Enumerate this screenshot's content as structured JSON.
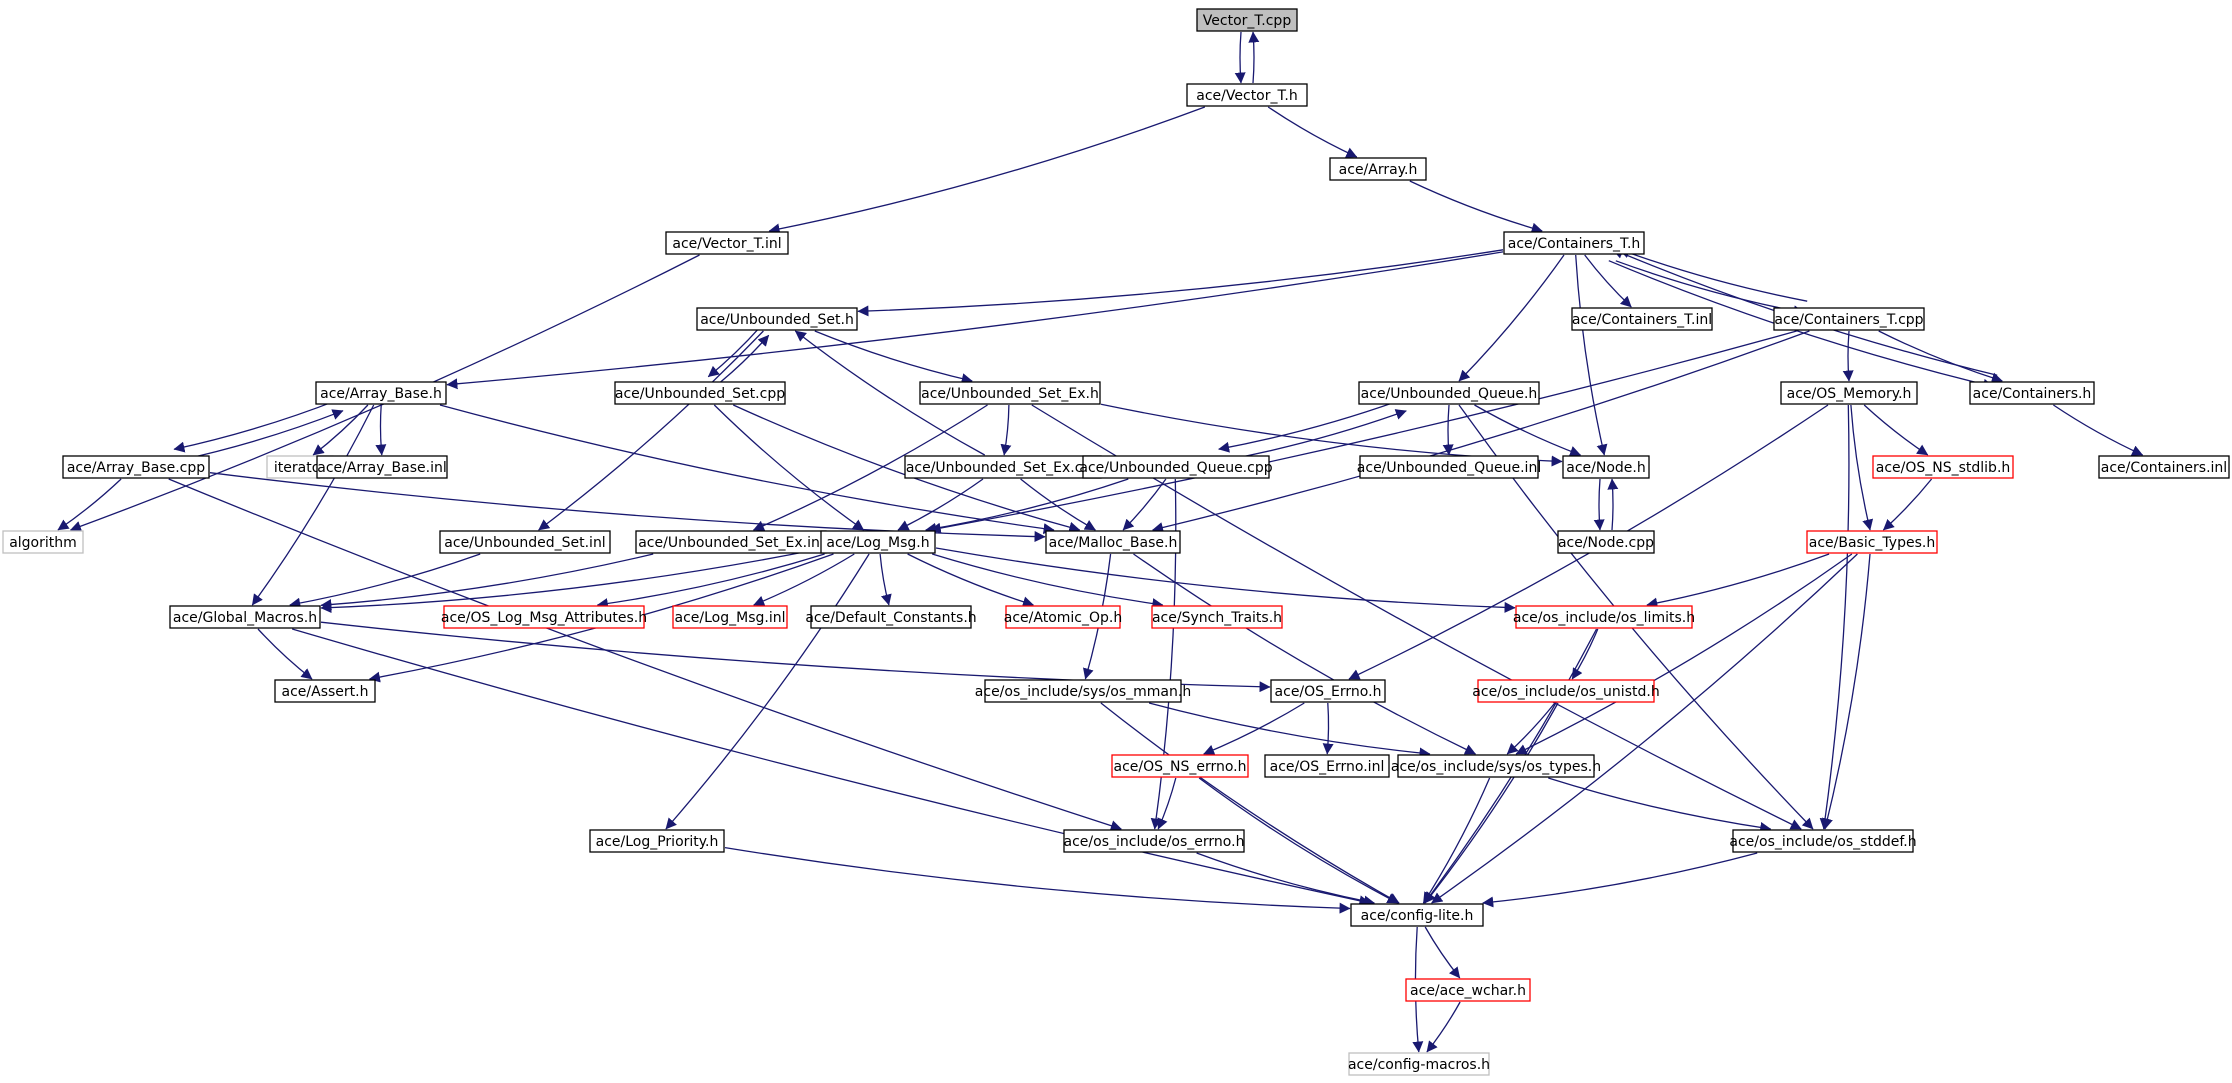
{
  "colors": {
    "edge": "#191970",
    "normal_border": "#000000",
    "missing_border": "#ff0000",
    "external_border": "#bfbfbf",
    "root_fill": "#bfbfbf",
    "normal_fill": "#ffffff",
    "text": "#000000"
  },
  "nodes": [
    {
      "id": "vector_t_cpp",
      "label": "Vector_T.cpp",
      "style": "root"
    },
    {
      "id": "vector_t_h",
      "label": "ace/Vector_T.h",
      "style": "normal"
    },
    {
      "id": "array_h",
      "label": "ace/Array.h",
      "style": "normal"
    },
    {
      "id": "vector_t_inl",
      "label": "ace/Vector_T.inl",
      "style": "normal"
    },
    {
      "id": "containers_t_h",
      "label": "ace/Containers_T.h",
      "style": "normal"
    },
    {
      "id": "unbounded_set_h",
      "label": "ace/Unbounded_Set.h",
      "style": "normal"
    },
    {
      "id": "containers_t_inl",
      "label": "ace/Containers_T.inl",
      "style": "normal"
    },
    {
      "id": "containers_t_cpp",
      "label": "ace/Containers_T.cpp",
      "style": "normal"
    },
    {
      "id": "array_base_h",
      "label": "ace/Array_Base.h",
      "style": "normal"
    },
    {
      "id": "unbounded_set_cpp",
      "label": "ace/Unbounded_Set.cpp",
      "style": "normal"
    },
    {
      "id": "unbounded_set_ex_h",
      "label": "ace/Unbounded_Set_Ex.h",
      "style": "normal"
    },
    {
      "id": "unbounded_queue_h",
      "label": "ace/Unbounded_Queue.h",
      "style": "normal"
    },
    {
      "id": "os_memory_h",
      "label": "ace/OS_Memory.h",
      "style": "normal"
    },
    {
      "id": "containers_h",
      "label": "ace/Containers.h",
      "style": "normal"
    },
    {
      "id": "array_base_cpp",
      "label": "ace/Array_Base.cpp",
      "style": "normal"
    },
    {
      "id": "iterator",
      "label": "iterator",
      "style": "external"
    },
    {
      "id": "array_base_inl",
      "label": "ace/Array_Base.inl",
      "style": "normal"
    },
    {
      "id": "unbounded_set_ex_cpp",
      "label": "ace/Unbounded_Set_Ex.cpp",
      "style": "normal"
    },
    {
      "id": "unbounded_queue_cpp",
      "label": "ace/Unbounded_Queue.cpp",
      "style": "normal"
    },
    {
      "id": "unbounded_queue_inl",
      "label": "ace/Unbounded_Queue.inl",
      "style": "normal"
    },
    {
      "id": "node_h",
      "label": "ace/Node.h",
      "style": "normal"
    },
    {
      "id": "os_ns_stdlib_h",
      "label": "ace/OS_NS_stdlib.h",
      "style": "missing"
    },
    {
      "id": "containers_inl",
      "label": "ace/Containers.inl",
      "style": "normal"
    },
    {
      "id": "algorithm",
      "label": "algorithm",
      "style": "external"
    },
    {
      "id": "unbounded_set_inl",
      "label": "ace/Unbounded_Set.inl",
      "style": "normal"
    },
    {
      "id": "unbounded_set_ex_inl",
      "label": "ace/Unbounded_Set_Ex.inl",
      "style": "normal"
    },
    {
      "id": "log_msg_h",
      "label": "ace/Log_Msg.h",
      "style": "normal"
    },
    {
      "id": "malloc_base_h",
      "label": "ace/Malloc_Base.h",
      "style": "normal"
    },
    {
      "id": "node_cpp",
      "label": "ace/Node.cpp",
      "style": "normal"
    },
    {
      "id": "basic_types_h",
      "label": "ace/Basic_Types.h",
      "style": "missing"
    },
    {
      "id": "global_macros_h",
      "label": "ace/Global_Macros.h",
      "style": "normal"
    },
    {
      "id": "os_log_msg_attributes_h",
      "label": "ace/OS_Log_Msg_Attributes.h",
      "style": "missing"
    },
    {
      "id": "log_msg_inl",
      "label": "ace/Log_Msg.inl",
      "style": "missing"
    },
    {
      "id": "default_constants_h",
      "label": "ace/Default_Constants.h",
      "style": "normal"
    },
    {
      "id": "atomic_op_h",
      "label": "ace/Atomic_Op.h",
      "style": "missing"
    },
    {
      "id": "synch_traits_h",
      "label": "ace/Synch_Traits.h",
      "style": "missing"
    },
    {
      "id": "os_limits_h",
      "label": "ace/os_include/os_limits.h",
      "style": "missing"
    },
    {
      "id": "assert_h",
      "label": "ace/Assert.h",
      "style": "normal"
    },
    {
      "id": "os_mman_h",
      "label": "ace/os_include/sys/os_mman.h",
      "style": "normal"
    },
    {
      "id": "os_errno_h_ace",
      "label": "ace/OS_Errno.h",
      "style": "normal"
    },
    {
      "id": "os_unistd_h",
      "label": "ace/os_include/os_unistd.h",
      "style": "missing"
    },
    {
      "id": "os_ns_errno_h",
      "label": "ace/OS_NS_errno.h",
      "style": "missing"
    },
    {
      "id": "os_errno_inl",
      "label": "ace/OS_Errno.inl",
      "style": "normal"
    },
    {
      "id": "os_types_h",
      "label": "ace/os_include/sys/os_types.h",
      "style": "normal"
    },
    {
      "id": "log_priority_h",
      "label": "ace/Log_Priority.h",
      "style": "normal"
    },
    {
      "id": "os_include_os_errno_h",
      "label": "ace/os_include/os_errno.h",
      "style": "normal"
    },
    {
      "id": "os_stddef_h",
      "label": "ace/os_include/os_stddef.h",
      "style": "normal"
    },
    {
      "id": "config_lite_h",
      "label": "ace/config-lite.h",
      "style": "normal"
    },
    {
      "id": "ace_wchar_h",
      "label": "ace/ace_wchar.h",
      "style": "missing"
    },
    {
      "id": "config_macros_h",
      "label": "ace/config-macros.h",
      "style": "external"
    }
  ],
  "edges": [
    [
      "vector_t_cpp",
      "vector_t_h"
    ],
    [
      "vector_t_h",
      "vector_t_cpp"
    ],
    [
      "vector_t_h",
      "array_h"
    ],
    [
      "vector_t_h",
      "vector_t_inl"
    ],
    [
      "array_h",
      "containers_t_h"
    ],
    [
      "vector_t_inl",
      "algorithm"
    ],
    [
      "containers_t_h",
      "unbounded_set_h"
    ],
    [
      "containers_t_h",
      "containers_t_inl"
    ],
    [
      "containers_t_h",
      "containers_t_cpp"
    ],
    [
      "containers_t_h",
      "array_base_h"
    ],
    [
      "containers_t_h",
      "unbounded_queue_h"
    ],
    [
      "containers_t_h",
      "node_h"
    ],
    [
      "containers_t_h",
      "containers_h"
    ],
    [
      "containers_t_cpp",
      "containers_t_h"
    ],
    [
      "containers_t_cpp",
      "containers_h"
    ],
    [
      "containers_t_cpp",
      "os_memory_h"
    ],
    [
      "containers_t_cpp",
      "log_msg_h"
    ],
    [
      "containers_t_cpp",
      "malloc_base_h"
    ],
    [
      "containers_h",
      "containers_t_h"
    ],
    [
      "containers_h",
      "containers_inl"
    ],
    [
      "unbounded_set_h",
      "unbounded_set_cpp"
    ],
    [
      "unbounded_set_h",
      "unbounded_set_ex_h"
    ],
    [
      "unbounded_set_h",
      "unbounded_set_inl"
    ],
    [
      "unbounded_set_cpp",
      "unbounded_set_h"
    ],
    [
      "unbounded_set_cpp",
      "log_msg_h"
    ],
    [
      "unbounded_set_cpp",
      "malloc_base_h"
    ],
    [
      "unbounded_set_ex_h",
      "unbounded_set_ex_cpp"
    ],
    [
      "unbounded_set_ex_h",
      "unbounded_set_ex_inl"
    ],
    [
      "unbounded_set_ex_h",
      "node_h"
    ],
    [
      "unbounded_set_ex_h",
      "os_stddef_h"
    ],
    [
      "unbounded_set_ex_cpp",
      "unbounded_set_h"
    ],
    [
      "unbounded_set_ex_cpp",
      "log_msg_h"
    ],
    [
      "unbounded_set_ex_cpp",
      "malloc_base_h"
    ],
    [
      "array_base_h",
      "array_base_cpp"
    ],
    [
      "array_base_h",
      "iterator"
    ],
    [
      "array_base_h",
      "array_base_inl"
    ],
    [
      "array_base_h",
      "global_macros_h"
    ],
    [
      "array_base_h",
      "malloc_base_h"
    ],
    [
      "array_base_cpp",
      "array_base_h"
    ],
    [
      "array_base_cpp",
      "algorithm"
    ],
    [
      "array_base_cpp",
      "malloc_base_h"
    ],
    [
      "array_base_cpp",
      "os_include_os_errno_h"
    ],
    [
      "unbounded_queue_h",
      "unbounded_queue_cpp"
    ],
    [
      "unbounded_queue_h",
      "unbounded_queue_inl"
    ],
    [
      "unbounded_queue_h",
      "node_h"
    ],
    [
      "unbounded_queue_h",
      "os_stddef_h"
    ],
    [
      "unbounded_queue_cpp",
      "unbounded_queue_h"
    ],
    [
      "unbounded_queue_cpp",
      "log_msg_h"
    ],
    [
      "unbounded_queue_cpp",
      "malloc_base_h"
    ],
    [
      "unbounded_queue_cpp",
      "os_include_os_errno_h"
    ],
    [
      "node_h",
      "node_cpp"
    ],
    [
      "node_cpp",
      "node_h"
    ],
    [
      "os_memory_h",
      "os_ns_stdlib_h"
    ],
    [
      "os_memory_h",
      "basic_types_h"
    ],
    [
      "os_memory_h",
      "os_errno_h_ace"
    ],
    [
      "os_memory_h",
      "os_stddef_h"
    ],
    [
      "os_ns_stdlib_h",
      "basic_types_h"
    ],
    [
      "unbounded_set_inl",
      "global_macros_h"
    ],
    [
      "unbounded_set_ex_inl",
      "global_macros_h"
    ],
    [
      "log_msg_h",
      "global_macros_h"
    ],
    [
      "log_msg_h",
      "os_log_msg_attributes_h"
    ],
    [
      "log_msg_h",
      "log_msg_inl"
    ],
    [
      "log_msg_h",
      "default_constants_h"
    ],
    [
      "log_msg_h",
      "atomic_op_h"
    ],
    [
      "log_msg_h",
      "synch_traits_h"
    ],
    [
      "log_msg_h",
      "os_limits_h"
    ],
    [
      "log_msg_h",
      "assert_h"
    ],
    [
      "log_msg_h",
      "log_priority_h"
    ],
    [
      "malloc_base_h",
      "os_mman_h"
    ],
    [
      "malloc_base_h",
      "os_types_h"
    ],
    [
      "basic_types_h",
      "os_limits_h"
    ],
    [
      "basic_types_h",
      "os_types_h"
    ],
    [
      "basic_types_h",
      "os_stddef_h"
    ],
    [
      "basic_types_h",
      "config_lite_h"
    ],
    [
      "global_macros_h",
      "assert_h"
    ],
    [
      "global_macros_h",
      "os_errno_h_ace"
    ],
    [
      "global_macros_h",
      "config_lite_h"
    ],
    [
      "os_limits_h",
      "os_unistd_h"
    ],
    [
      "os_limits_h",
      "config_lite_h"
    ],
    [
      "os_mman_h",
      "os_types_h"
    ],
    [
      "os_mman_h",
      "config_lite_h"
    ],
    [
      "os_errno_h_ace",
      "os_ns_errno_h"
    ],
    [
      "os_errno_h_ace",
      "os_errno_inl"
    ],
    [
      "os_unistd_h",
      "os_types_h"
    ],
    [
      "os_unistd_h",
      "config_lite_h"
    ],
    [
      "os_ns_errno_h",
      "os_include_os_errno_h"
    ],
    [
      "os_ns_errno_h",
      "config_lite_h"
    ],
    [
      "os_types_h",
      "os_stddef_h"
    ],
    [
      "os_types_h",
      "config_lite_h"
    ],
    [
      "log_priority_h",
      "config_lite_h"
    ],
    [
      "os_include_os_errno_h",
      "config_lite_h"
    ],
    [
      "os_stddef_h",
      "config_lite_h"
    ],
    [
      "config_lite_h",
      "ace_wchar_h"
    ],
    [
      "config_lite_h",
      "config_macros_h"
    ],
    [
      "ace_wchar_h",
      "config_macros_h"
    ]
  ]
}
